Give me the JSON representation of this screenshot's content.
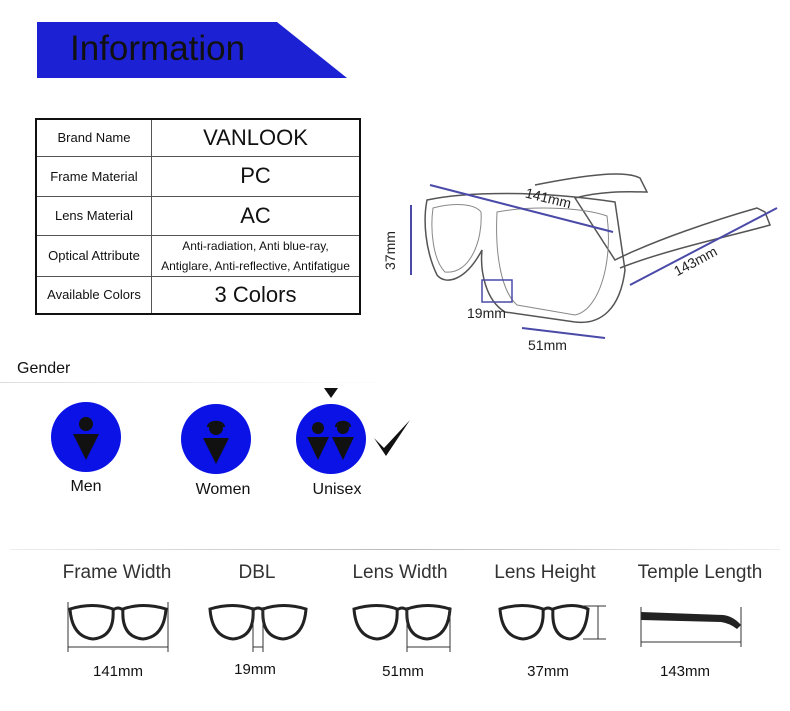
{
  "header": {
    "title": "Information",
    "color": "#1c22d4"
  },
  "specs": [
    {
      "label": "Brand Name",
      "value": "VANLOOK"
    },
    {
      "label": "Frame Material",
      "value": "PC"
    },
    {
      "label": "Lens Material",
      "value": "AC"
    },
    {
      "label": "Optical Attribute",
      "value_line1": "Anti-radiation, Anti blue-ray,",
      "value_line2": "Antiglare, Anti-reflective, Antifatigue"
    },
    {
      "label": "Available Colors",
      "value": "3 Colors"
    }
  ],
  "diagram": {
    "frame_width": "141mm",
    "lens_height": "37mm",
    "temple_length": "143mm",
    "bridge": "19mm",
    "lens_width": "51mm"
  },
  "gender": {
    "title": "Gender",
    "options": [
      {
        "label": "Men"
      },
      {
        "label": "Women"
      },
      {
        "label": "Unisex"
      }
    ],
    "selected": "Unisex",
    "circle_color": "#0a12e6"
  },
  "measures": [
    {
      "title": "Frame Width",
      "value": "141mm"
    },
    {
      "title": "DBL",
      "value": "19mm"
    },
    {
      "title": "Lens Width",
      "value": "51mm"
    },
    {
      "title": "Lens Height",
      "value": "37mm"
    },
    {
      "title": "Temple Length",
      "value": "143mm"
    }
  ]
}
